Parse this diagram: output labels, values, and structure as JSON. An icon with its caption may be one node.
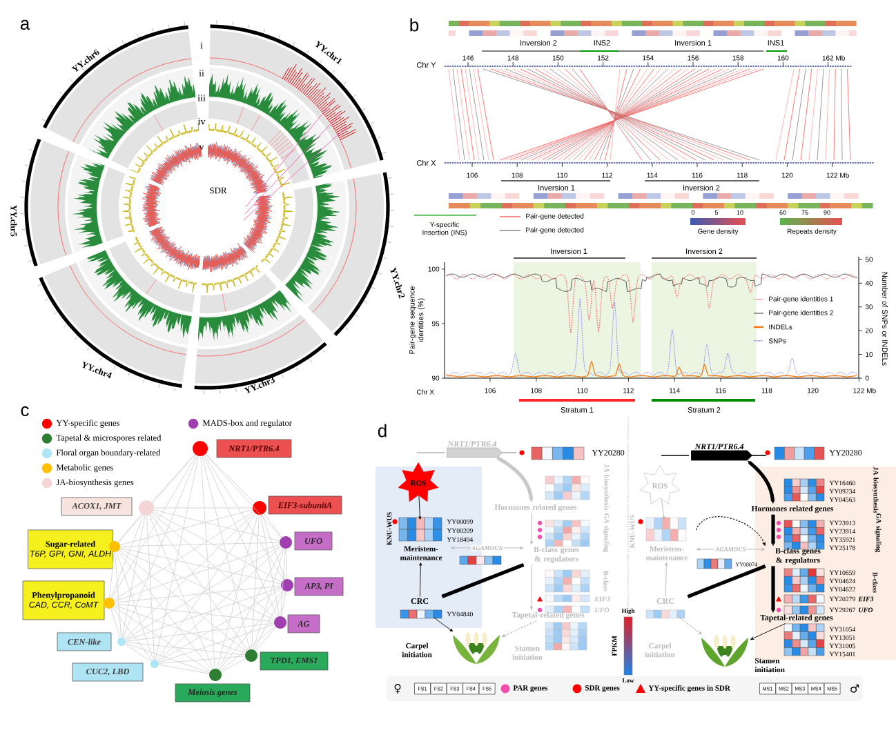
{
  "diagram": {
    "nodes": [
      {
        "text": [
          "NRT1/PTR6.4"
        ]
      },
      {
        "text": [
          "EIF3-subunitA"
        ]
      },
      {
        "text": [
          "UFO"
        ]
      },
      {
        "text": [
          "AP3, PI"
        ]
      },
      {
        "text": [
          "AG"
        ]
      },
      {
        "text": [
          "TPD1, EMS1"
        ]
      },
      {
        "text": [
          "Meiosis genes"
        ]
      },
      {
        "text": [
          "CUC2, LBD"
        ]
      },
      {
        "text": [
          "CEN-like"
        ]
      },
      {
        "text": [
          "Phenylpropanoid",
          "CAD, CCR, CoMT"
        ]
      },
      {
        "text": [
          "Sugar-related",
          "T6P, GPI, GNI, ALDH"
        ]
      },
      {
        "text": [
          "ACOX1, JMT"
        ]
      },
      {
        "text": [],
        "shape": "circle"
      },
      {
        "text": [],
        "shape": "circle"
      },
      {
        "text": [],
        "shape": "circle"
      },
      {
        "text": [],
        "shape": "circle"
      },
      {
        "text": [],
        "shape": "circle"
      },
      {
        "text": [],
        "shape": "circle"
      },
      {
        "text": [],
        "shape": "circle"
      },
      {
        "text": [],
        "shape": "circle"
      },
      {
        "text": [],
        "shape": "circle"
      },
      {
        "text": [],
        "shape": "circle"
      },
      {
        "text": [],
        "shape": "circle"
      },
      {
        "text": [],
        "shape": "circle"
      },
      {
        "text": [
          "NRT1/PTR6.4"
        ]
      },
      {
        "text": [
          "Hormones related genes"
        ]
      },
      {
        "text": [
          "B-class genes & regulators"
        ]
      },
      {
        "text": [
          "Tapetal-related genes"
        ]
      },
      {
        "text": [],
        "shape": "picture",
        "beside": [
          "Carpel initiation",
          "Stamen initiation"
        ]
      },
      {
        "text": [
          "ROS"
        ]
      },
      {
        "text": [
          "Meristem-maintenance"
        ]
      },
      {
        "text": [
          "CRC"
        ]
      },
      {
        "text": [
          "NRT1/PTR6.4"
        ]
      },
      {
        "text": [
          "Hormones related genes"
        ]
      },
      {
        "text": [
          "B-class genes & regulators"
        ]
      },
      {
        "text": [
          "Tapetal-related genes"
        ]
      },
      {
        "text": [],
        "shape": "picture",
        "beside": [
          "Carpel initiation",
          "Stamen initiation"
        ]
      },
      {
        "text": [
          "ROS"
        ]
      },
      {
        "text": [
          "Meristem-maintenance"
        ]
      },
      {
        "text": [
          "CRC"
        ]
      }
    ],
    "edges": [
      {
        "from": 12,
        "to": 13,
        "arrow": "none"
      },
      {
        "from": 12,
        "to": 14,
        "arrow": "none"
      },
      {
        "from": 12,
        "to": 15,
        "arrow": "none"
      },
      {
        "from": 12,
        "to": 16,
        "arrow": "none"
      },
      {
        "from": 12,
        "to": 17,
        "arrow": "none"
      },
      {
        "from": 12,
        "to": 18,
        "arrow": "none"
      },
      {
        "from": 12,
        "to": 19,
        "arrow": "none"
      },
      {
        "from": 12,
        "to": 20,
        "arrow": "none"
      },
      {
        "from": 12,
        "to": 21,
        "arrow": "none"
      },
      {
        "from": 12,
        "to": 22,
        "arrow": "none"
      },
      {
        "from": 12,
        "to": 23,
        "arrow": "none"
      },
      {
        "from": 13,
        "to": 14,
        "arrow": "none"
      },
      {
        "from": 13,
        "to": 15,
        "arrow": "none"
      },
      {
        "from": 13,
        "to": 16,
        "arrow": "none"
      },
      {
        "from": 13,
        "to": 17,
        "arrow": "none"
      },
      {
        "from": 13,
        "to": 18,
        "arrow": "none"
      },
      {
        "from": 13,
        "to": 19,
        "arrow": "none"
      },
      {
        "from": 13,
        "to": 20,
        "arrow": "none"
      },
      {
        "from": 13,
        "to": 21,
        "arrow": "none"
      },
      {
        "from": 13,
        "to": 22,
        "arrow": "none"
      },
      {
        "from": 13,
        "to": 23,
        "arrow": "none"
      },
      {
        "from": 14,
        "to": 15,
        "arrow": "none"
      },
      {
        "from": 14,
        "to": 16,
        "arrow": "none"
      },
      {
        "from": 14,
        "to": 17,
        "arrow": "none"
      },
      {
        "from": 14,
        "to": 18,
        "arrow": "none"
      },
      {
        "from": 14,
        "to": 19,
        "arrow": "none"
      },
      {
        "from": 14,
        "to": 20,
        "arrow": "none"
      },
      {
        "from": 14,
        "to": 21,
        "arrow": "none"
      },
      {
        "from": 14,
        "to": 22,
        "arrow": "none"
      },
      {
        "from": 14,
        "to": 23,
        "arrow": "none"
      },
      {
        "from": 15,
        "to": 16,
        "arrow": "none"
      },
      {
        "from": 15,
        "to": 17,
        "arrow": "none"
      },
      {
        "from": 15,
        "to": 18,
        "arrow": "none"
      },
      {
        "from": 15,
        "to": 19,
        "arrow": "none"
      },
      {
        "from": 15,
        "to": 20,
        "arrow": "none"
      },
      {
        "from": 15,
        "to": 21,
        "arrow": "none"
      },
      {
        "from": 15,
        "to": 22,
        "arrow": "none"
      },
      {
        "from": 15,
        "to": 23,
        "arrow": "none"
      },
      {
        "from": 16,
        "to": 17,
        "arrow": "none"
      },
      {
        "from": 16,
        "to": 18,
        "arrow": "none"
      },
      {
        "from": 16,
        "to": 19,
        "arrow": "none"
      },
      {
        "from": 16,
        "to": 20,
        "arrow": "none"
      },
      {
        "from": 16,
        "to": 21,
        "arrow": "none"
      },
      {
        "from": 16,
        "to": 22,
        "arrow": "none"
      },
      {
        "from": 16,
        "to": 23,
        "arrow": "none"
      },
      {
        "from": 17,
        "to": 18,
        "arrow": "none"
      },
      {
        "from": 17,
        "to": 19,
        "arrow": "none"
      },
      {
        "from": 17,
        "to": 20,
        "arrow": "none"
      },
      {
        "from": 17,
        "to": 21,
        "arrow": "none"
      },
      {
        "from": 17,
        "to": 22,
        "arrow": "none"
      },
      {
        "from": 17,
        "to": 23,
        "arrow": "none"
      },
      {
        "from": 18,
        "to": 19,
        "arrow": "none"
      },
      {
        "from": 18,
        "to": 20,
        "arrow": "none"
      },
      {
        "from": 18,
        "to": 21,
        "arrow": "none"
      },
      {
        "from": 18,
        "to": 22,
        "arrow": "none"
      },
      {
        "from": 18,
        "to": 23,
        "arrow": "none"
      },
      {
        "from": 19,
        "to": 20,
        "arrow": "none"
      },
      {
        "from": 19,
        "to": 21,
        "arrow": "none"
      },
      {
        "from": 19,
        "to": 22,
        "arrow": "none"
      },
      {
        "from": 19,
        "to": 23,
        "arrow": "none"
      },
      {
        "from": 20,
        "to": 21,
        "arrow": "none"
      },
      {
        "from": 20,
        "to": 22,
        "arrow": "none"
      },
      {
        "from": 20,
        "to": 23,
        "arrow": "none"
      },
      {
        "from": 21,
        "to": 22,
        "arrow": "none"
      },
      {
        "from": 21,
        "to": 23,
        "arrow": "none"
      },
      {
        "from": 22,
        "to": 23,
        "arrow": "none"
      },
      {
        "from": 24,
        "to": 25,
        "arrow": "both",
        "style": "thick",
        "color": "#000000"
      },
      {
        "from": 25,
        "to": 26,
        "arrow": "to",
        "style": "thick",
        "color": "#000000"
      },
      {
        "from": 26,
        "to": 27,
        "arrow": "to",
        "style": "thick",
        "color": "#000000"
      },
      {
        "from": 27,
        "to": 28,
        "arrow": "to",
        "color": "#000000"
      },
      {
        "from": 29,
        "to": 30,
        "arrow": "to",
        "color": "#b4b4b4"
      },
      {
        "from": 31,
        "to": 30,
        "arrow": "to",
        "color": "#b4b4b4"
      },
      {
        "from": 31,
        "to": 28,
        "arrow": "to",
        "style": "dashed",
        "color": "#b4b4b4"
      },
      {
        "from": 30,
        "to": 26,
        "arrow": "to",
        "style": "dashed",
        "color": "#000000"
      },
      {
        "from": 30,
        "to": 26,
        "arrow": "both",
        "label": "AGAMOUS",
        "color": "#b4b4b4"
      },
      {
        "from": 26,
        "to": 31,
        "arrow": "none",
        "style": "thick",
        "color": "#000000"
      },
      {
        "from": 32,
        "to": 33,
        "arrow": "to",
        "style": "thick",
        "color": "#c8c8c8"
      },
      {
        "from": 33,
        "to": 34,
        "arrow": "to",
        "color": "#b4b4b4"
      },
      {
        "from": 34,
        "to": 35,
        "arrow": "to",
        "color": "#b4b4b4"
      },
      {
        "from": 35,
        "to": 36,
        "arrow": "to",
        "style": "dashed",
        "color": "#b4b4b4"
      },
      {
        "from": 37,
        "to": 38,
        "arrow": "to",
        "color": "#000000"
      },
      {
        "from": 39,
        "to": 38,
        "arrow": "to",
        "color": "#000000"
      },
      {
        "from": 39,
        "to": 36,
        "arrow": "to",
        "color": "#000000"
      },
      {
        "from": 38,
        "to": 34,
        "arrow": "both",
        "label": "AGAMOUS",
        "color": "#b4b4b4"
      },
      {
        "from": 34,
        "to": 39,
        "arrow": "none",
        "style": "thick",
        "color": "#000000"
      }
    ],
    "labels": [
      "a",
      "YY.chr6",
      "YY.chr1",
      "i",
      "ii",
      "iii",
      "iv",
      "v",
      "SDR",
      "YY.chr5",
      "YY.chr2",
      "YY.chr4",
      "YY.chr3",
      "b",
      "Inversion 2",
      "INS2",
      "Inversion 1",
      "INS1",
      "Chr Y",
      "146",
      "148",
      "150",
      "152",
      "154",
      "156",
      "158",
      "160",
      "162 Mb",
      "Chr X",
      "106",
      "108",
      "110",
      "112",
      "114",
      "116",
      "118",
      "120",
      "122 Mb",
      "Inversion 1",
      "Inversion 2",
      "0",
      "5",
      "10",
      "Gene density",
      "60",
      "75",
      "90",
      "Repeats density",
      "Inversion 1",
      "Inversion 2",
      "100",
      "95",
      "90",
      "Pair-gene sequence identities (%)",
      "50",
      "40",
      "30",
      "20",
      "10",
      "0",
      "Number of SNPs or INDELs",
      "Chr X",
      "106",
      "108",
      "110",
      "112",
      "114",
      "116",
      "118",
      "120",
      "122 Mb",
      "Stratum 1",
      "Stratum 2",
      "c",
      "d",
      "YY20280",
      "JA biosynthesis",
      "KNU-WUS",
      "YY00099",
      "YY00209",
      "YY18494",
      "GA signaling",
      "B-class",
      "EIF3",
      "UFO",
      "YY04840",
      "High",
      "FPKM",
      "Low",
      "YY20280",
      "KNU-WUS",
      "YY08074",
      "JA biosynthesis",
      "YY16460",
      "YY09234",
      "YY04563",
      "GA signaling",
      "YY23913",
      "YY23914",
      "YY35921",
      "YY25178",
      "B-class",
      "YY10659",
      "YY04624",
      "YY04622",
      "YY20279",
      "EIF3",
      "YY29267",
      "UFO",
      "YY31054",
      "YY13051",
      "YY31005",
      "YY15401",
      "♀",
      "FS1",
      "FS2",
      "FS3",
      "FS4",
      "FS5",
      "MS1",
      "MS2",
      "MS3",
      "MS4",
      "MS5",
      "♂"
    ],
    "legend": [
      {
        "text": "Y-specific Insertion (INS)"
      },
      {
        "text": "Pair-gene detected"
      },
      {
        "text": "Pair-gene detected"
      },
      {
        "text": "Pair-gene identities 1"
      },
      {
        "text": "Pair-gene identities 2"
      },
      {
        "text": "INDELs"
      },
      {
        "text": "SNPs"
      },
      {
        "text": "YY-specific genes",
        "color": "#ff0000"
      },
      {
        "text": "Tapetal & microspores related",
        "color": "#2e7d32"
      },
      {
        "text": "Floral organ boundary-related",
        "color": "#aee6f5"
      },
      {
        "text": "Metabolic genes",
        "color": "#ffc000"
      },
      {
        "text": "JA-biosynthesis genes",
        "color": "#f5d5d5"
      },
      {
        "text": "MADS-box and regulator",
        "color": "#a040b0"
      },
      {
        "text": "PAR genes"
      },
      {
        "text": "SDR genes"
      },
      {
        "text": "YY-specific genes in SDR"
      }
    ]
  }
}
